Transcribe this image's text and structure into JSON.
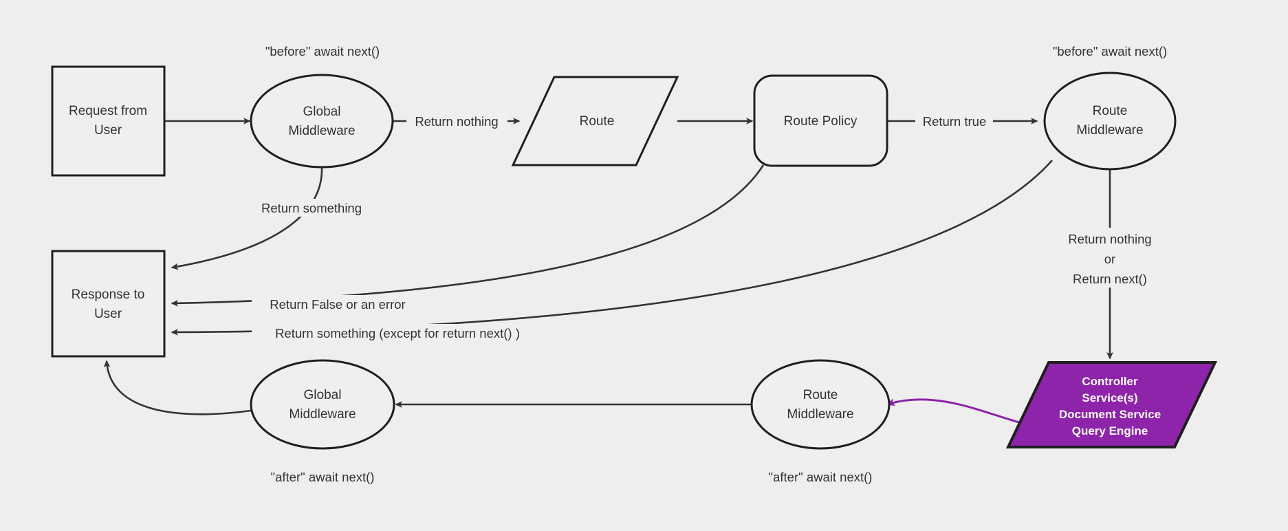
{
  "diagram": {
    "title": "Middleware request/response lifecycle flowchart",
    "background_color": "#eeeeee",
    "stroke_color": "#1f1f1f",
    "text_color": "#333333",
    "accent_color": "#8e24aa",
    "accent_text_color": "#ffffff"
  },
  "nodes": {
    "request_from_user": {
      "line1": "Request from",
      "line2": "User",
      "shape": "rectangle"
    },
    "global_middleware_top": {
      "line1": "Global",
      "line2": "Middleware",
      "shape": "ellipse"
    },
    "route": {
      "line1": "Route",
      "shape": "parallelogram"
    },
    "route_policy": {
      "line1": "Route Policy",
      "shape": "rounded-rectangle"
    },
    "route_middleware_top": {
      "line1": "Route",
      "line2": "Middleware",
      "shape": "ellipse"
    },
    "controller": {
      "line1": "Controller",
      "line2": "Service(s)",
      "line3": "Document Service",
      "line4": "Query Engine",
      "shape": "parallelogram",
      "fill": "#8e24aa"
    },
    "route_middleware_bottom": {
      "line1": "Route",
      "line2": "Middleware",
      "shape": "ellipse"
    },
    "global_middleware_bottom": {
      "line1": "Global",
      "line2": "Middleware",
      "shape": "ellipse"
    },
    "response_to_user": {
      "line1": "Response to",
      "line2": "User",
      "shape": "rectangle"
    }
  },
  "notes": {
    "before_await_next_left": "\"before\" await next()",
    "before_await_next_right": "\"before\" await next()",
    "after_await_next_left": "\"after\" await next()",
    "after_await_next_right": "\"after\" await next()"
  },
  "edge_labels": {
    "return_nothing": "Return nothing",
    "return_something": "Return something",
    "return_true": "Return true",
    "return_false_or_error": "Return False or an error",
    "return_something_except": "Return something (except for return next() )",
    "return_nothing_or_next_1": "Return nothing",
    "return_nothing_or_next_2": "or",
    "return_nothing_or_next_3": "Return next()"
  }
}
